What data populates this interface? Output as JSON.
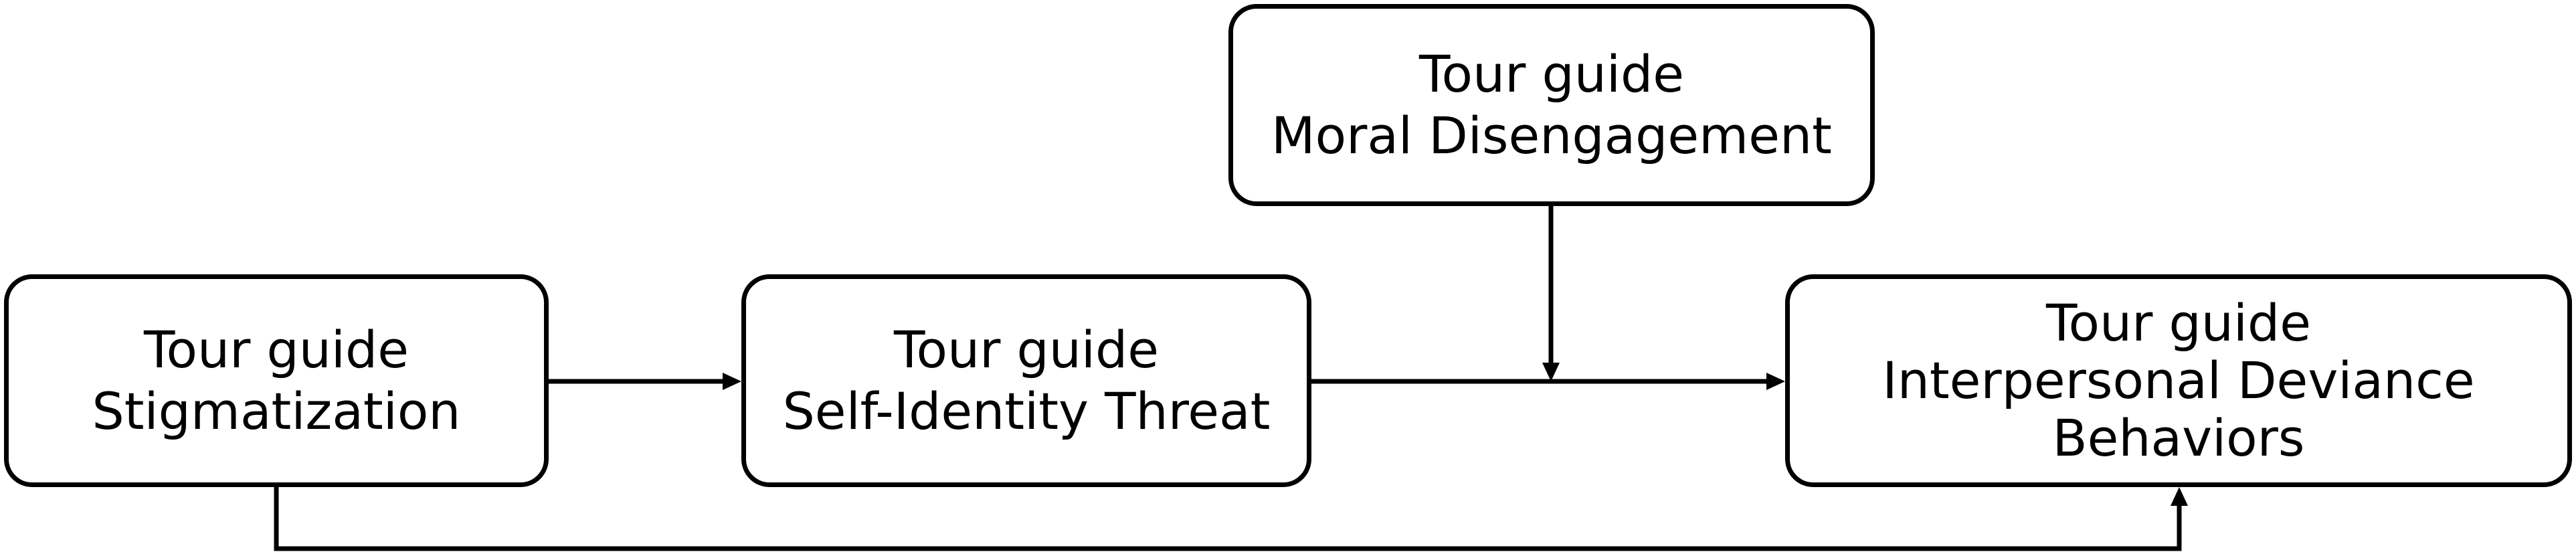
{
  "diagram": {
    "nodes": {
      "stigmatization": {
        "line1": "Tour guide",
        "line2": "Stigmatization"
      },
      "self_identity_threat": {
        "line1": "Tour guide",
        "line2": "Self-Identity Threat"
      },
      "moral_disengagement": {
        "line1": "Tour guide",
        "line2": "Moral Disengagement"
      },
      "interpersonal_deviance": {
        "line1": "Tour guide",
        "line2": "Interpersonal Deviance",
        "line3": "Behaviors"
      }
    },
    "edges": [
      {
        "from": "stigmatization",
        "to": "self_identity_threat"
      },
      {
        "from": "self_identity_threat",
        "to": "interpersonal_deviance"
      },
      {
        "from": "moral_disengagement",
        "to": "self_identity_threat->interpersonal_deviance"
      },
      {
        "from": "stigmatization",
        "to": "interpersonal_deviance"
      }
    ],
    "colors": {
      "stroke": "#000000",
      "background": "#ffffff",
      "text": "#000000"
    }
  }
}
